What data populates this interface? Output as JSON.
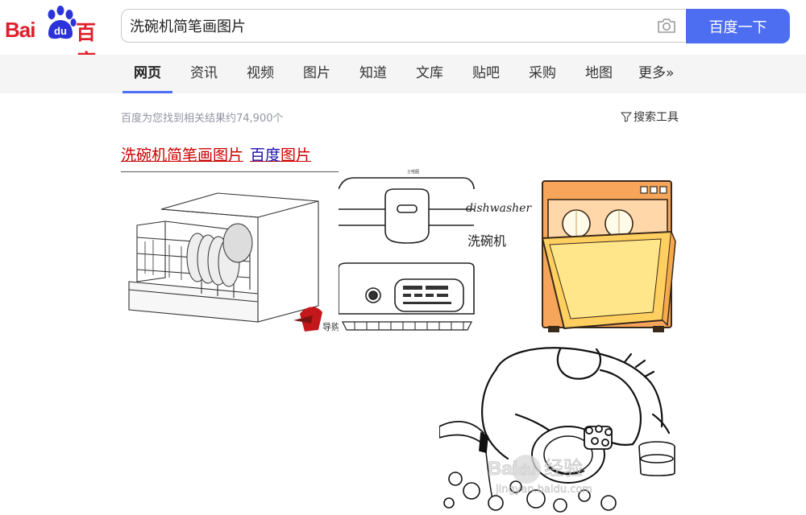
{
  "logo": {
    "left_text": "Bai",
    "paw_text": "du",
    "right_text": "百度"
  },
  "search": {
    "query": "洗碗机简笔画图片",
    "button_label": "百度一下"
  },
  "nav": {
    "tabs": [
      {
        "label": "网页",
        "active": true
      },
      {
        "label": "资讯"
      },
      {
        "label": "视频"
      },
      {
        "label": "图片"
      },
      {
        "label": "知道"
      },
      {
        "label": "文库"
      },
      {
        "label": "贴吧"
      },
      {
        "label": "采购"
      },
      {
        "label": "地图"
      },
      {
        "label": "更多»"
      }
    ]
  },
  "results": {
    "count_text": "百度为您找到相关结果约74,900个",
    "tools_label": "搜索工具",
    "title_main": "洗碗机简笔画图片",
    "title_site_a": "百度",
    "title_site_b": "图片",
    "thumbs": {
      "t2_word": "dishwasher",
      "t2_cn": "洗碗机",
      "t2_top": "士啦图",
      "t1_watermark": "导购",
      "watermark_brand": "Bai",
      "watermark_brand_du": "du",
      "watermark_jingyan": "经验",
      "watermark_url": "jingyan.baidu.com"
    }
  },
  "colors": {
    "brand_red": "#de1f2b",
    "brand_blue": "#4e6ef2",
    "link": "#1a0dab",
    "title_red": "#cc0000"
  }
}
